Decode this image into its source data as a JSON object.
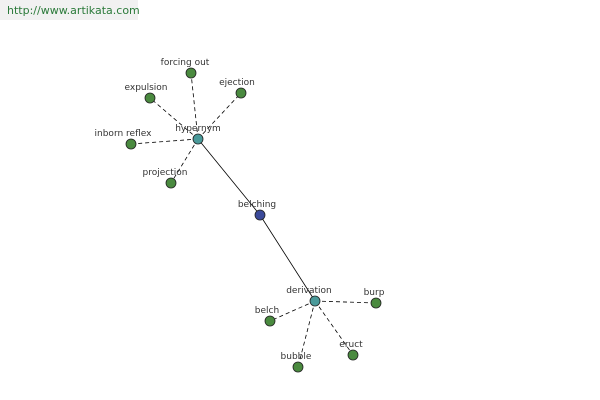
{
  "banner": {
    "url": "http://www.artikata.com"
  },
  "colors": {
    "leaf": "#4a8a3f",
    "relation": "#4a9a9a",
    "center": "#3b4a9a",
    "edge": "#000000"
  },
  "graph": {
    "center": {
      "id": "belching",
      "label": "belching",
      "kind": "center"
    },
    "relations": [
      {
        "id": "hypernym",
        "label": "hypernym",
        "kind": "relation"
      },
      {
        "id": "derivation",
        "label": "derivation",
        "kind": "relation"
      }
    ],
    "leaves": [
      {
        "id": "forcing-out",
        "label": "forcing out",
        "parent": "hypernym"
      },
      {
        "id": "expulsion",
        "label": "expulsion",
        "parent": "hypernym"
      },
      {
        "id": "ejection",
        "label": "ejection",
        "parent": "hypernym"
      },
      {
        "id": "inborn-reflex",
        "label": "inborn reflex",
        "parent": "hypernym"
      },
      {
        "id": "projection",
        "label": "projection",
        "parent": "hypernym"
      },
      {
        "id": "burp",
        "label": "burp",
        "parent": "derivation"
      },
      {
        "id": "belch",
        "label": "belch",
        "parent": "derivation"
      },
      {
        "id": "bubble",
        "label": "bubble",
        "parent": "derivation"
      },
      {
        "id": "eruct",
        "label": "eruct",
        "parent": "derivation"
      }
    ]
  }
}
